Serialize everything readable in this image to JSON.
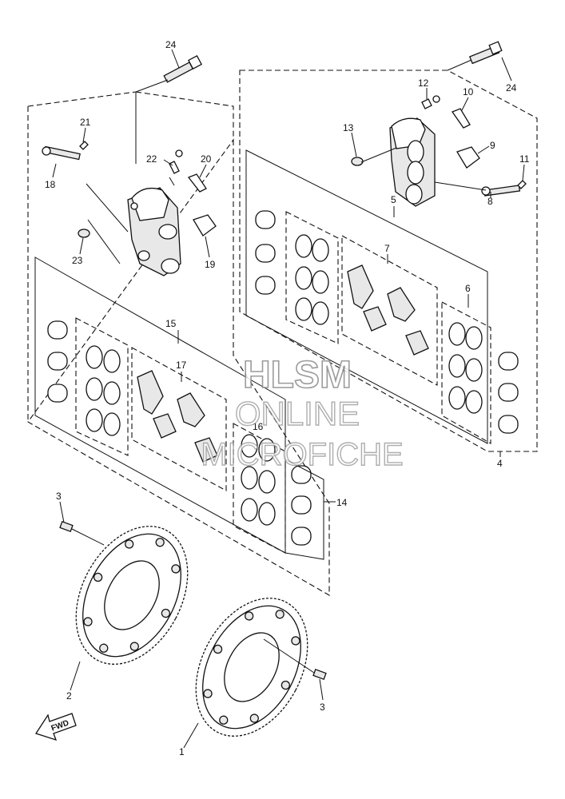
{
  "callouts": {
    "c1": "1",
    "c2": "2",
    "c3a": "3",
    "c3b": "3",
    "c4": "4",
    "c5": "5",
    "c6": "6",
    "c7": "7",
    "c8": "8",
    "c9": "9",
    "c10": "10",
    "c11": "11",
    "c12": "12",
    "c13": "13",
    "c14": "14",
    "c15": "15",
    "c16": "16",
    "c17": "17",
    "c18": "18",
    "c19": "19",
    "c20": "20",
    "c21": "21",
    "c22": "22",
    "c23": "23",
    "c24a": "24",
    "c24b": "24"
  },
  "watermark": {
    "line1": "HLSM",
    "line2": "ONLINE",
    "line3": "MICROFICHE"
  },
  "direction_badge": "FWD"
}
